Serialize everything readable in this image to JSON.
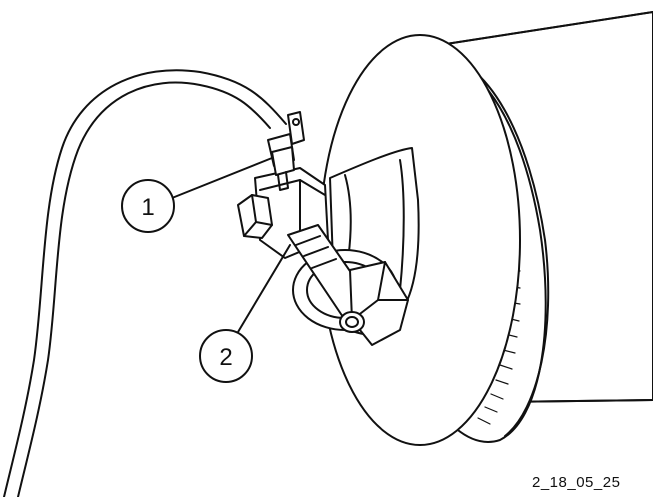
{
  "callouts": [
    {
      "number": "1"
    },
    {
      "number": "2"
    }
  ],
  "figure_code": "2_18_05_25",
  "colors": {
    "ink": "#111111",
    "background": "#ffffff"
  }
}
